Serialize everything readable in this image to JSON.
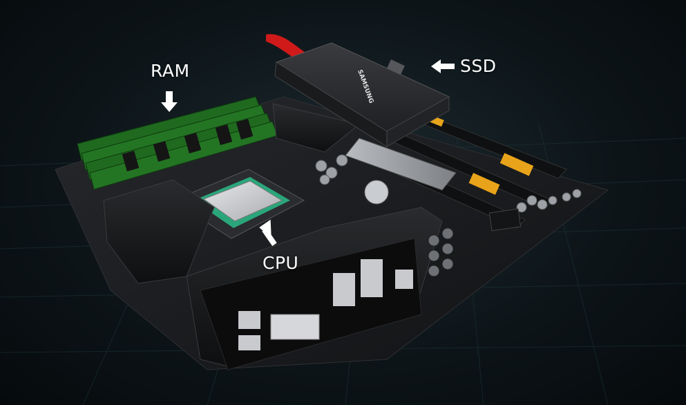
{
  "labels": {
    "ram": "RAM",
    "ssd": "SSD",
    "cpu": "CPU"
  },
  "ssd_brand": "SAMSUNG",
  "colors": {
    "background": "#0d1519",
    "grid": "#1f3a40",
    "board": "#1b1c1f",
    "ram_pcb": "#1f6a1f",
    "ssd_body": "#2a2b2e",
    "heatsink": "#17181a",
    "slot_yellow": "#e8a31a",
    "cpu_gold": "#2aa67a",
    "arrow": "#ffffff",
    "pull_tab": "#d01a1a"
  },
  "icons": [
    "arrow-down-icon",
    "arrow-left-icon",
    "arrow-up-icon"
  ]
}
